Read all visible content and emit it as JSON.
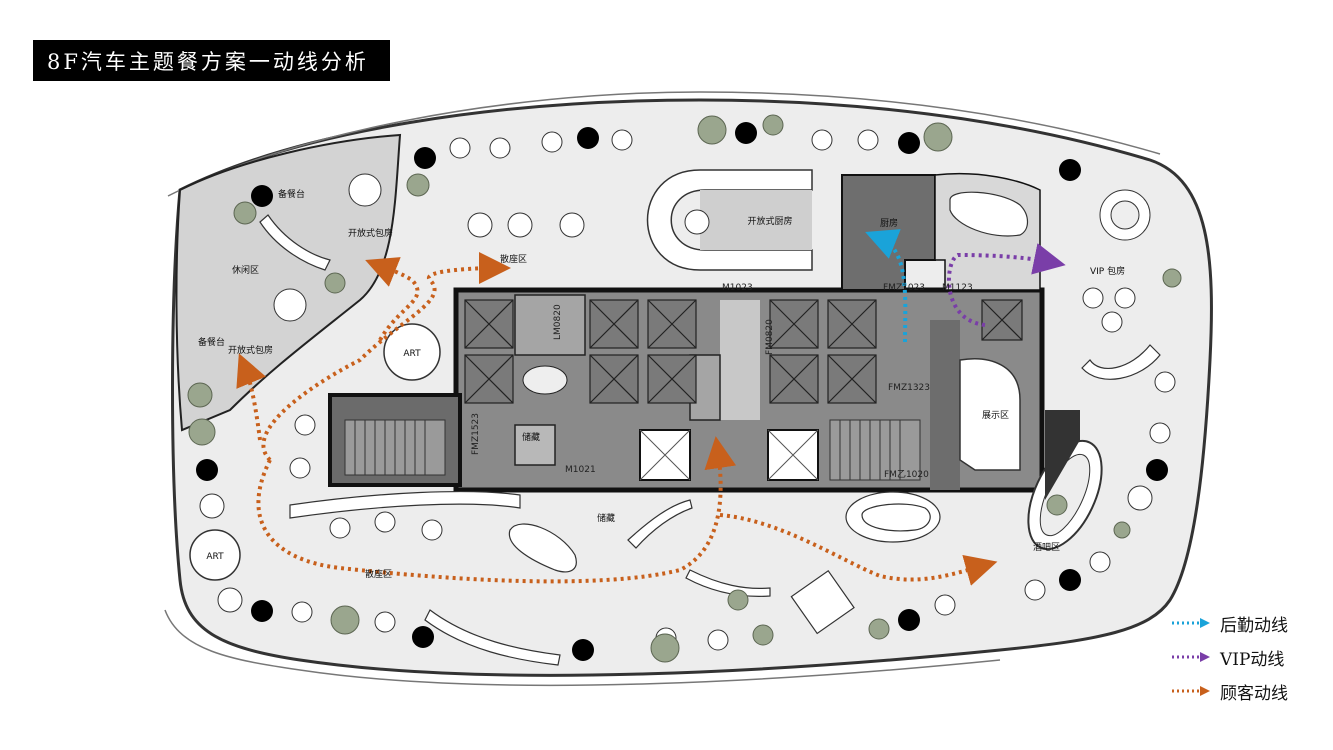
{
  "title": "8F汽车主题餐方案一动线分析",
  "colors": {
    "floor": "#ededed",
    "wall": "#1a1a1a",
    "core": "#8a8a8a",
    "core_dark": "#666666",
    "logistics": "#1aa3d9",
    "vip": "#7a3ea8",
    "customer": "#c8601c",
    "tree": "#9aa68e"
  },
  "rooms": {
    "open_kitchen": "开放式厨房",
    "kitchen": "厨房",
    "vip_room": "VIP 包房",
    "dining_top": "散座区",
    "dining_bottom": "散座区",
    "open_private_1": "开放式包房",
    "open_private_2": "开放式包房",
    "servery_1": "备餐台",
    "servery_2": "备餐台",
    "rest_area": "休闲区",
    "art_1": "ART",
    "art_2": "ART",
    "storage_1": "储藏",
    "storage_2": "储藏",
    "exhibition": "展示区",
    "bar": "酒吧区"
  },
  "door_codes": {
    "m1023": "M1023",
    "fmz1023": "FMZ1023",
    "m1123": "M1123",
    "fmz1523": "FMZ1523",
    "fmz1323": "FMZ1323",
    "fm0820": "FM0820",
    "m1021": "M1021",
    "fmb1020": "FM乙1020",
    "lm0820": "LM0820"
  },
  "legend": [
    {
      "label": "后勤动线",
      "color": "#1aa3d9"
    },
    {
      "label": "VIP动线",
      "color": "#7a3ea8"
    },
    {
      "label": "顾客动线",
      "color": "#c8601c"
    }
  ]
}
